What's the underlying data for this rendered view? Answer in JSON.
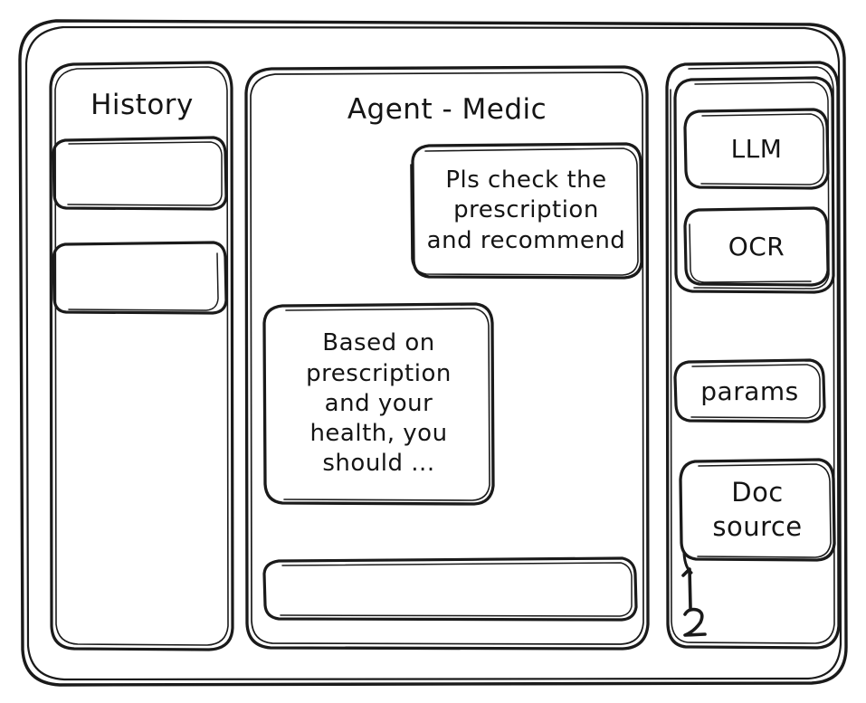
{
  "window": {
    "name": "wireframe-window"
  },
  "sidebar_left": {
    "title": "History",
    "items": [
      {
        "label": ""
      },
      {
        "label": ""
      }
    ]
  },
  "main": {
    "title": "Agent - Medic",
    "messages": [
      {
        "role": "user",
        "text": "Pls check the\nprescription\nand recommend"
      },
      {
        "role": "assistant",
        "text": "Based on\nprescription\nand your\nhealth, you\nshould ..."
      }
    ],
    "composer": {
      "value": "",
      "placeholder": ""
    }
  },
  "sidebar_right": {
    "models": [
      {
        "label": "LLM"
      },
      {
        "label": "OCR"
      }
    ],
    "params": {
      "label": "params"
    },
    "doc_source": {
      "label": "Doc\nsource"
    },
    "doc_list": [
      {
        "label": "1"
      },
      {
        "label": "2"
      }
    ]
  },
  "style": {
    "stroke": "#1a1a1a",
    "background": "#ffffff"
  }
}
